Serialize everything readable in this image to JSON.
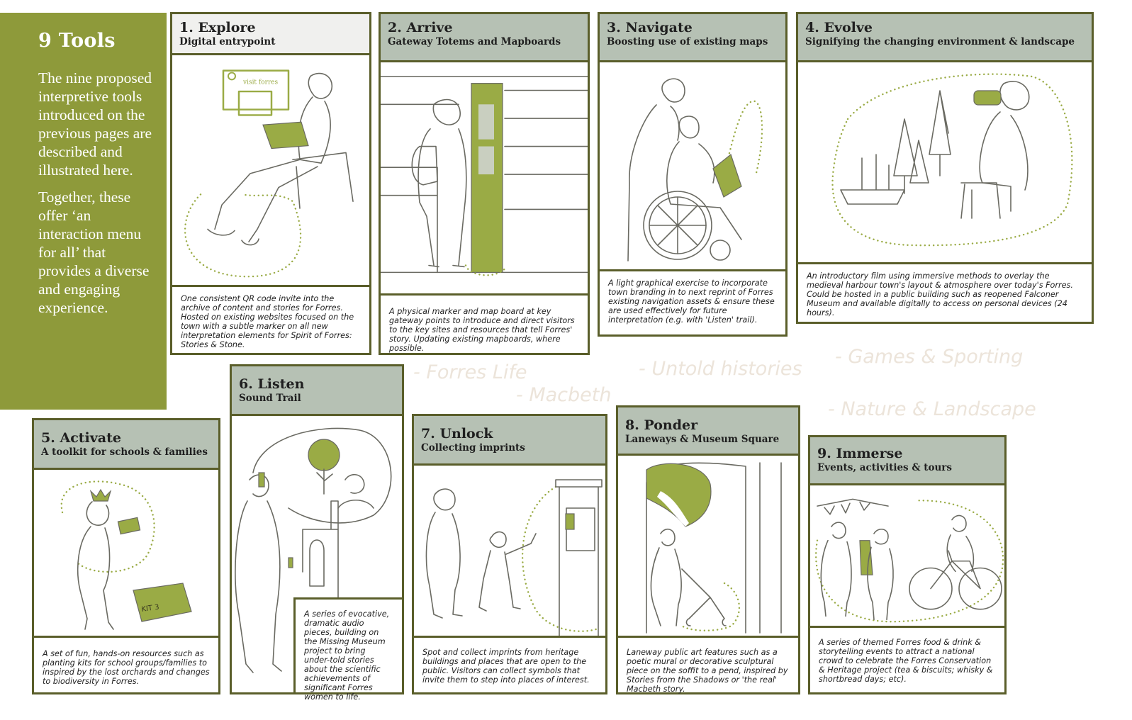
{
  "sidebar": {
    "title": "9 Tools",
    "para1": "The nine proposed interpretive tools introduced on the previous pages are described and illustrated here.",
    "para2": "Together, these offer ‘an interaction menu for all’ that provides a diverse and engaging experience."
  },
  "themes": {
    "forres_life": "- Forres Life",
    "macbeth": "- Macbeth",
    "untold": "- Untold histories",
    "games": "- Games & Sporting",
    "nature": "- Nature & Landscape"
  },
  "panels": {
    "explore": {
      "title": "1. Explore",
      "subtitle": "Digital entrypoint",
      "screen_label": "visit forres",
      "caption": "One consistent QR code invite into the archive of content and stories for Forres. Hosted on existing websites focused on the town with a subtle marker on all new interpretation elements for Spirit of Forres: Stories & Stone."
    },
    "arrive": {
      "title": "2. Arrive",
      "subtitle": "Gateway Totems and Mapboards",
      "caption": "A physical marker and map board at key gateway points to introduce and direct visitors to the key sites and resources that tell Forres' story. Updating existing mapboards, where possible."
    },
    "navigate": {
      "title": "3. Navigate",
      "subtitle": "Boosting use of existing maps",
      "caption": "A light graphical exercise to incorporate town branding in to next reprint of Forres existing navigation assets & ensure these are used effectively for future interpretation (e.g. with 'Listen' trail)."
    },
    "evolve": {
      "title": "4. Evolve",
      "subtitle": "Signifying the changing environment & landscape",
      "caption": "An introductory film using immersive methods to overlay the medieval harbour town's layout & atmosphere over today's Forres. Could be hosted in a public building such as reopened Falconer Museum and available digitally to access on personal devices (24 hours)."
    },
    "activate": {
      "title": "5. Activate",
      "subtitle": "A toolkit for schools & families",
      "box_label": "KIT 3",
      "caption": "A set of fun, hands-on resources such as planting kits for school groups/families to inspired by the lost orchards and changes to biodiversity in Forres."
    },
    "listen": {
      "title": "6. Listen",
      "subtitle": "Sound Trail",
      "caption": "A series of evocative, dramatic audio pieces, building on the Missing Museum project to bring under-told stories about the scientific achievements of significant Forres women to life."
    },
    "unlock": {
      "title": "7. Unlock",
      "subtitle": "Collecting imprints",
      "caption": "Spot and collect imprints from heritage buildings and places that are open to the public. Visitors can collect symbols that invite them to step into places of interest."
    },
    "ponder": {
      "title": "8. Ponder",
      "subtitle": "Laneways & Museum Square",
      "caption": "Laneway public art features such as a poetic mural or decorative sculptural piece on the soffit to a pend, inspired by Stories from the Shadows or 'the real' Macbeth story."
    },
    "immerse": {
      "title": "9. Immerse",
      "subtitle": "Events, activities & tours",
      "caption": "A series of themed Forres food & drink & storytelling events to attract a national crowd to celebrate the Forres Conservation & Heritage project (tea & biscuits; whisky & shortbread days; etc)."
    }
  },
  "colors": {
    "sidebar": "#8e9a3a",
    "header_sage": "#b6c1b4",
    "border": "#5a5e2a",
    "accent_green": "#9aab45"
  }
}
